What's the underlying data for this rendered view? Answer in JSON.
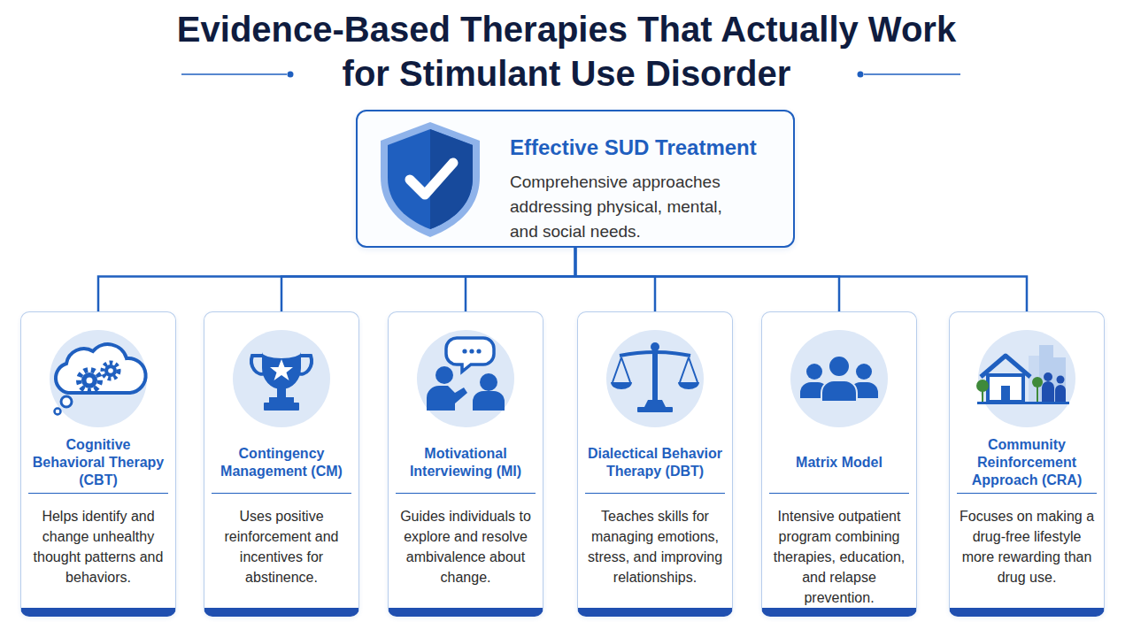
{
  "diagram": {
    "title": "Evidence-Based Therapies That Actually Work for Stimulant Use Disorder",
    "nodes": [
      {
        "text": [
          "Effective SUD Treatment",
          "Comprehensive approaches addressing physical, mental, and social needs."
        ]
      },
      {
        "text": [
          "Cognitive Behavioral Therapy (CBT)",
          "Helps identify and change unhealthy thought patterns and behaviors."
        ]
      },
      {
        "text": [
          "Contingency Management (CM)",
          "Uses positive reinforcement and incentives for abstinence."
        ]
      },
      {
        "text": [
          "Motivational Interviewing (MI)",
          "Guides individuals to explore and resolve ambivalence about change."
        ]
      },
      {
        "text": [
          "Dialectical Behavior Therapy (DBT)",
          "Teaches skills for managing emotions, stress, and improving relationships."
        ]
      },
      {
        "text": [
          "Matrix Model",
          "Intensive outpatient program combining therapies, education, and relapse prevention."
        ]
      },
      {
        "text": [
          "Community Reinforcement Approach (CRA)",
          "Focuses on making a drug-free lifestyle more rewarding than drug use."
        ]
      }
    ],
    "edges": [
      {
        "from": 0,
        "to": 1,
        "arrow": "none"
      },
      {
        "from": 0,
        "to": 2,
        "arrow": "none"
      },
      {
        "from": 0,
        "to": 3,
        "arrow": "none"
      },
      {
        "from": 0,
        "to": 4,
        "arrow": "none"
      },
      {
        "from": 0,
        "to": 5,
        "arrow": "none"
      },
      {
        "from": 0,
        "to": 6,
        "arrow": "none"
      }
    ]
  }
}
